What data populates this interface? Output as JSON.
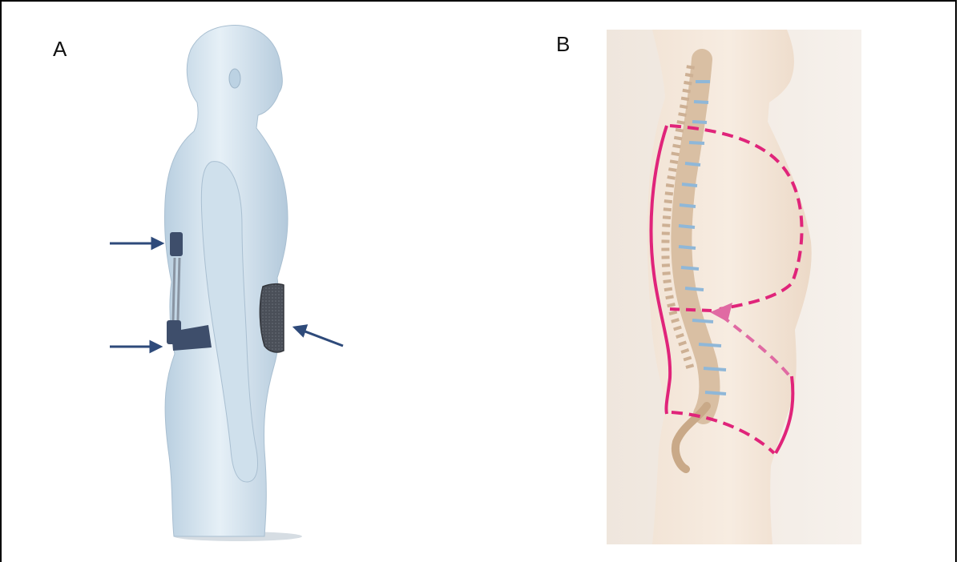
{
  "panels": [
    {
      "id": "A",
      "label": "A",
      "illustration": "human-figure-with-lumbar-brace-side-view"
    },
    {
      "id": "B",
      "label": "B",
      "illustration": "spine-sagittal-view-with-pressure-zones"
    }
  ],
  "colors": {
    "body_silhouette": "#cfe0ec",
    "brace": "#3e4e6b",
    "arrow": "#2e4a7a",
    "skin_tone": "#ead7c4",
    "bone": "#d9bfa3",
    "disc": "#8fb7d8",
    "highlight_magenta": "#e0247a",
    "highlight_pink": "#e06aa3"
  }
}
